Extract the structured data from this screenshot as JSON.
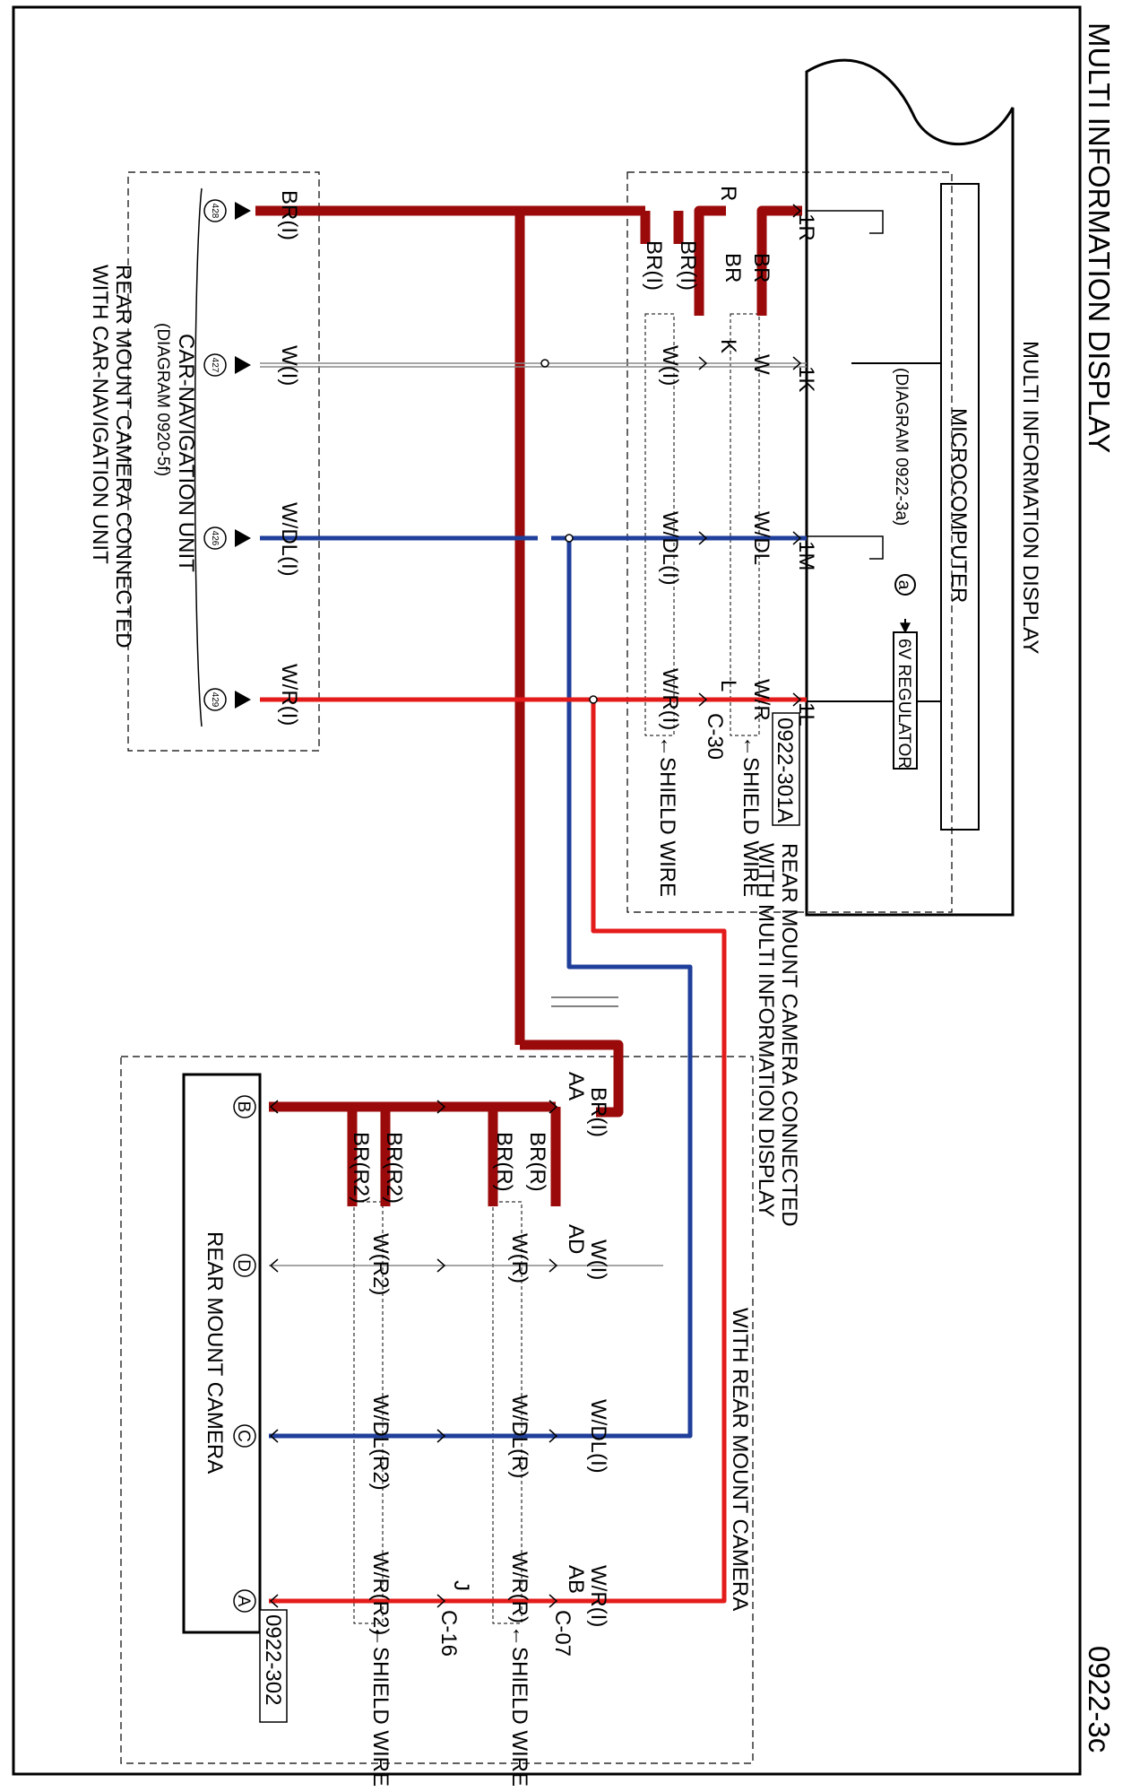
{
  "page_title": "MULTI INFORMATION DISPLAY",
  "page_number": "0922-3c",
  "colors": {
    "brown_wire": "#9b0a0a",
    "red_wire": "#e41b1b",
    "blue_wire": "#1f3f9a",
    "white_wire": "#9a9a9a"
  },
  "mid": {
    "title": "MULTI INFORMATION DISPLAY",
    "microcomputer": "MICROCOMPUTER",
    "diagram_ref": "(DIAGRAM  0922-3a)",
    "circle_marker": "a",
    "regulator": "6V REGULATOR",
    "connector_id": "0922-301A",
    "pins": [
      "1R",
      "1K",
      "1M",
      "1L"
    ]
  },
  "variant_mid": {
    "line1": "REAR MOUNT CAMERA CONNECTED",
    "line2": "WITH MULTI INFORMATION DISPLAY"
  },
  "variant_nav": {
    "line1": "REAR MOUNT CAMERA CONNECTED",
    "line2": "WITH CAR-NAVIGATION UNIT"
  },
  "variant_camera": "WITH REAR MOUNT CAMERA",
  "nav_unit": {
    "name": "CAR-NAVIGATION UNIT",
    "diagram_ref": "(DIAGRAM  0920-5f)",
    "pin_numbers": [
      "428",
      "427",
      "426",
      "429"
    ],
    "wire_labels": [
      "BR(I)",
      "W(I)",
      "W/DL(I)",
      "W/R(I)"
    ]
  },
  "c30": {
    "connector": "C-30",
    "upper_labels": [
      "BR",
      "W",
      "W/DL",
      "W/R"
    ],
    "upper_label_extra": "BR",
    "terminals": [
      "R",
      "K",
      "L"
    ],
    "lower_labels": [
      "BR(I)",
      "BR(I)",
      "W(I)",
      "W/DL(I)",
      "W/R(I)"
    ],
    "shield": "←SHIELD WIRE"
  },
  "c07": {
    "connector": "C-07",
    "wire_labels": [
      "BR(I)",
      "W(I)",
      "W/DL(I)",
      "W/R(I)"
    ],
    "terminals": [
      "AA",
      "AD",
      "AB"
    ],
    "inner_labels": [
      "BR(R)",
      "BR(R)",
      "W(R)",
      "W/DL(R)",
      "W/R(R)"
    ],
    "shield": "←SHIELD WIRE"
  },
  "c16": {
    "connector": "C-16",
    "terminal": "J",
    "inner_labels": [
      "BR(R2)",
      "BR(R2)",
      "W(R2)",
      "W/DL(R2)",
      "W/R(R2)"
    ],
    "shield": "←SHIELD WIRE"
  },
  "camera": {
    "name": "REAR MOUNT CAMERA",
    "connector_id": "0922-302",
    "pins": [
      "B",
      "D",
      "C",
      "A"
    ]
  }
}
